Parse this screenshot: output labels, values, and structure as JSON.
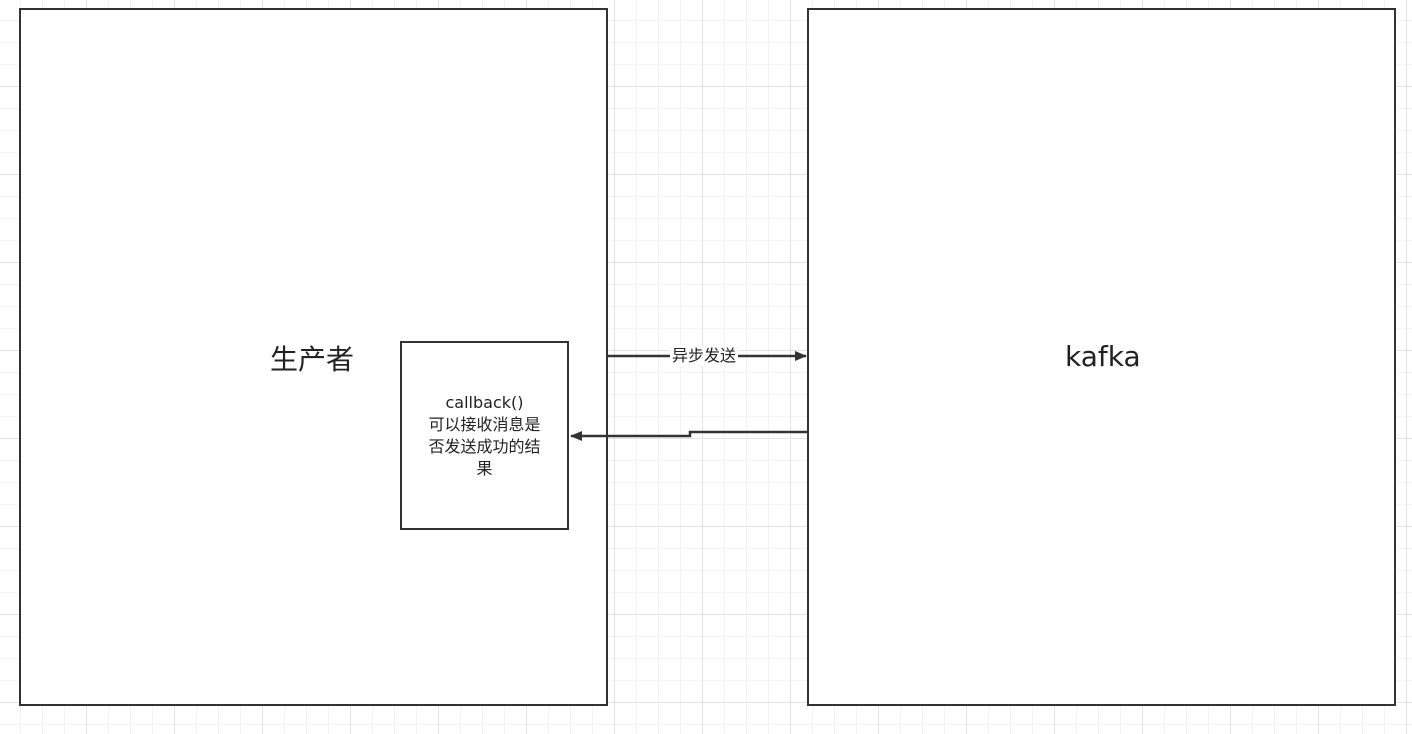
{
  "producer": {
    "label": "生产者"
  },
  "kafka": {
    "label": "kafka"
  },
  "callback": {
    "lines": [
      "callback()",
      "可以接收消息是",
      "否发送成功的结",
      "果"
    ]
  },
  "edges": {
    "async_send": {
      "label": "异步发送"
    },
    "response": {
      "label": ""
    }
  },
  "colors": {
    "stroke": "#333333",
    "grid": "#e3e3e3",
    "background": "#ffffff"
  }
}
